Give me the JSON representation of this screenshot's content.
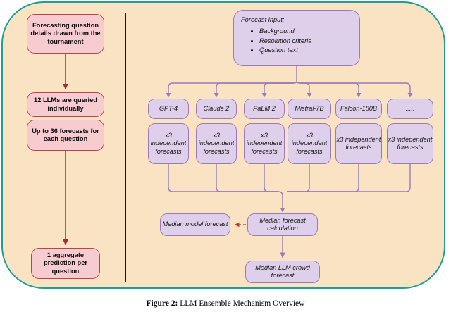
{
  "figure": {
    "caption_label": "Figure 2:",
    "caption_text": " LLM Ensemble Mechanism Overview",
    "panel_fill": "#fae3c3",
    "panel_border": "#1f9e96",
    "divider_color": "#1c1205"
  },
  "left_flow": {
    "accent": "#a32d34",
    "box_fill": "#f7ccd0",
    "box_border": "#b5474c",
    "steps": [
      {
        "id": "question-details",
        "label": "Forecasting question details drawn from the tournament"
      },
      {
        "id": "llms-queried",
        "label": "12 LLMs are queried individually"
      },
      {
        "id": "forecast-count",
        "label": "Up to 36 forecasts for each question"
      },
      {
        "id": "aggregate-prediction",
        "label": "1 aggregate prediction per question"
      }
    ]
  },
  "right_flow": {
    "accent": "#9a7bb5",
    "box_fill": "#ded0ea",
    "box_border": "#9a7bb5",
    "dashed_arrow_color": "#c0392b",
    "input": {
      "title": "Forecast input:",
      "items": [
        "Background",
        "Resolution criteria",
        "Question text"
      ]
    },
    "models": [
      {
        "id": "gpt-4",
        "name": "GPT-4",
        "forecasts": "x3 independent forecasts"
      },
      {
        "id": "claude-2",
        "name": "Claude 2",
        "forecasts": "x3 independent forecasts"
      },
      {
        "id": "palm-2",
        "name": "PaLM 2",
        "forecasts": "x3 independent forecasts"
      },
      {
        "id": "mistral-7b",
        "name": "Mistral-7B",
        "forecasts": "x3 independent forecasts"
      },
      {
        "id": "falcon-180b",
        "name": "Falcon-180B",
        "forecasts": "x3 independent forecasts"
      },
      {
        "id": "more-models",
        "name": ".....",
        "forecasts": "x3 independent forecasts"
      }
    ],
    "outputs": {
      "median_model": "Median model forecast",
      "median_calculation": "Median forecast calculation",
      "median_crowd": "Median LLM crowd forecast"
    }
  }
}
